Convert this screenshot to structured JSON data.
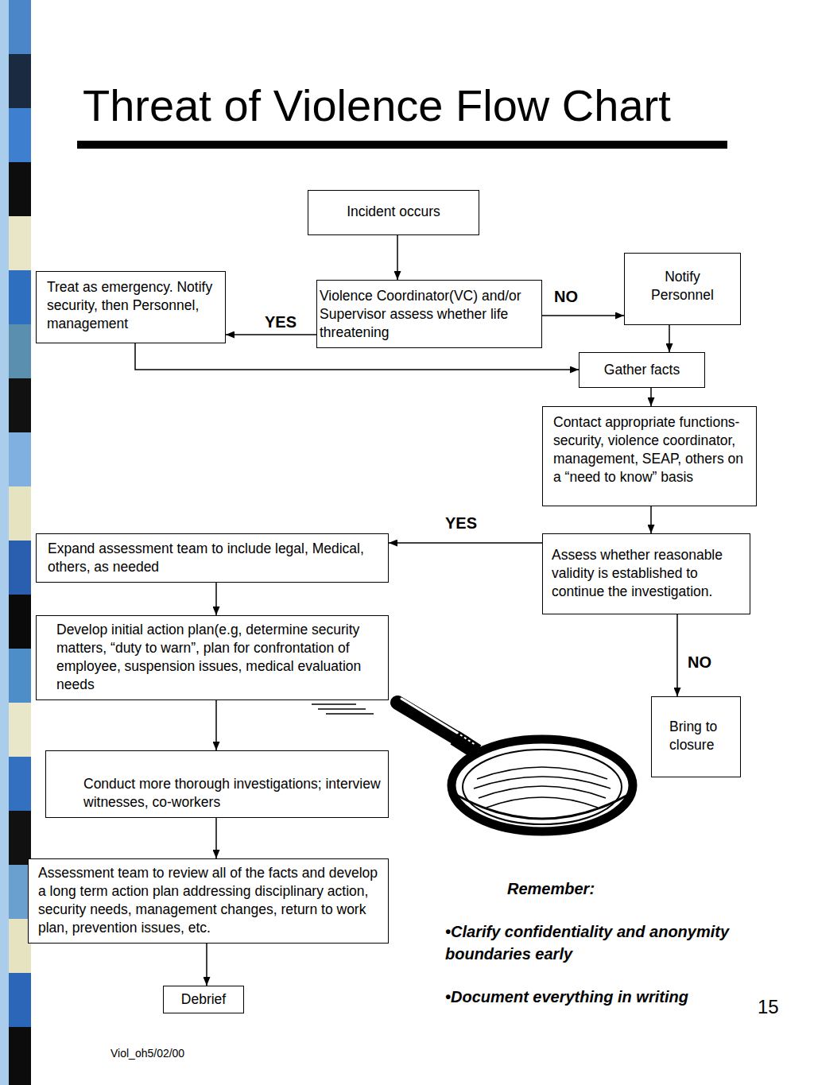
{
  "diagram": {
    "title": "Threat of Violence Flow Chart",
    "nodes": [
      {
        "text": [
          "Incident occurs"
        ]
      },
      {
        "text": [
          "Treat as emergency. Notify security, then Personnel, management"
        ]
      },
      {
        "text": [
          "Violence Coordinator(VC) and/or Supervisor assess whether life threatening"
        ]
      },
      {
        "text": [
          "Notify Personnel"
        ]
      },
      {
        "text": [
          "Gather facts"
        ]
      },
      {
        "text": [
          "Contact appropriate functions- security, violence coordinator, management, SEAP, others on a “need to know” basis"
        ]
      },
      {
        "text": [
          "Expand assessment team to include legal, Medical, others, as needed"
        ]
      },
      {
        "text": [
          "Assess whether reasonable validity is established to continue the investigation."
        ]
      },
      {
        "text": [
          "Develop initial action plan(e.g, determine security matters, “duty to warn”, plan for confrontation of employee, suspension issues, medical evaluation needs"
        ]
      },
      {
        "text": [
          "Bring to closure"
        ]
      },
      {
        "text": [
          "Conduct more thorough investigations; interview witnesses, co-workers"
        ]
      },
      {
        "text": [
          "Assessment team to review all of the facts and develop a long term action plan addressing disciplinary action, security needs, management changes, return to work plan, prevention issues, etc."
        ]
      },
      {
        "text": [
          "Debrief"
        ]
      }
    ],
    "edges": [
      {
        "from": 0,
        "to": 2,
        "arrow": "to"
      },
      {
        "from": 2,
        "to": 1,
        "label": "YES",
        "arrow": "to"
      },
      {
        "from": 2,
        "to": 3,
        "label": "NO",
        "arrow": "to"
      },
      {
        "from": 3,
        "to": 4,
        "arrow": "to"
      },
      {
        "from": 1,
        "to": 4,
        "arrow": "to"
      },
      {
        "from": 4,
        "to": 5,
        "arrow": "to"
      },
      {
        "from": 5,
        "to": 7,
        "arrow": "to"
      },
      {
        "from": 7,
        "to": 6,
        "label": "YES",
        "arrow": "to"
      },
      {
        "from": 7,
        "to": 9,
        "label": "NO",
        "arrow": "to"
      },
      {
        "from": 6,
        "to": 8,
        "arrow": "to"
      },
      {
        "from": 8,
        "to": 10,
        "arrow": "to"
      },
      {
        "from": 10,
        "to": 11,
        "arrow": "to"
      },
      {
        "from": 11,
        "to": 12,
        "arrow": "to"
      }
    ],
    "labels": [
      "Remember:",
      "•Clarify confidentiality and anonymity boundaries early",
      "•Document everything in writing",
      "15",
      "Viol_oh5/02/00"
    ]
  }
}
